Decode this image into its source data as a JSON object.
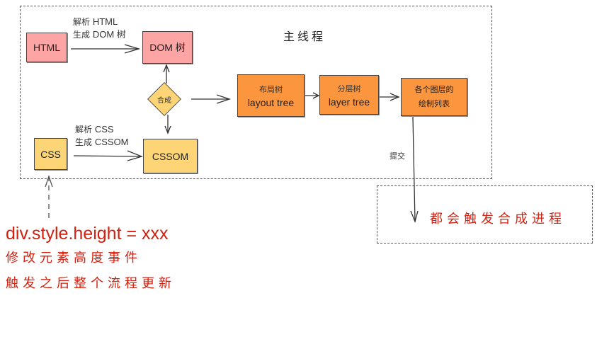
{
  "frames": {
    "main_thread": {
      "title": "主线程"
    },
    "compositor": {
      "label": "都会触发合成进程"
    }
  },
  "nodes": {
    "html": {
      "label": "HTML"
    },
    "dom": {
      "label": "DOM 树"
    },
    "css": {
      "label": "CSS"
    },
    "cssom": {
      "label": "CSSOM"
    },
    "composite": {
      "label": "合成"
    },
    "layout_tree": {
      "sub": "布局树",
      "label": "layout tree"
    },
    "layer_tree": {
      "sub": "分层树",
      "label": "layer tree"
    },
    "paint_list": {
      "line1": "各个图层的",
      "line2": "绘制列表"
    }
  },
  "edges": {
    "html_to_dom": {
      "line1_cjk": "解析",
      "line1_en": "HTML",
      "line2_cjk": "生成",
      "line2_en": "DOM 树"
    },
    "css_to_cssom": {
      "line1_cjk": "解析",
      "line1_en": "CSS",
      "line2_cjk": "生成",
      "line2_en": "CSSOM"
    },
    "commit": {
      "label": "提交"
    }
  },
  "annotation": {
    "code": "div.style.height = xxx",
    "line1": "修改元素高度事件",
    "line2": "触发之后整个流程更新"
  },
  "colors": {
    "pink": "#fda4a4",
    "yellow": "#fdd576",
    "orange": "#fb963f",
    "red_text": "#d3200f"
  }
}
